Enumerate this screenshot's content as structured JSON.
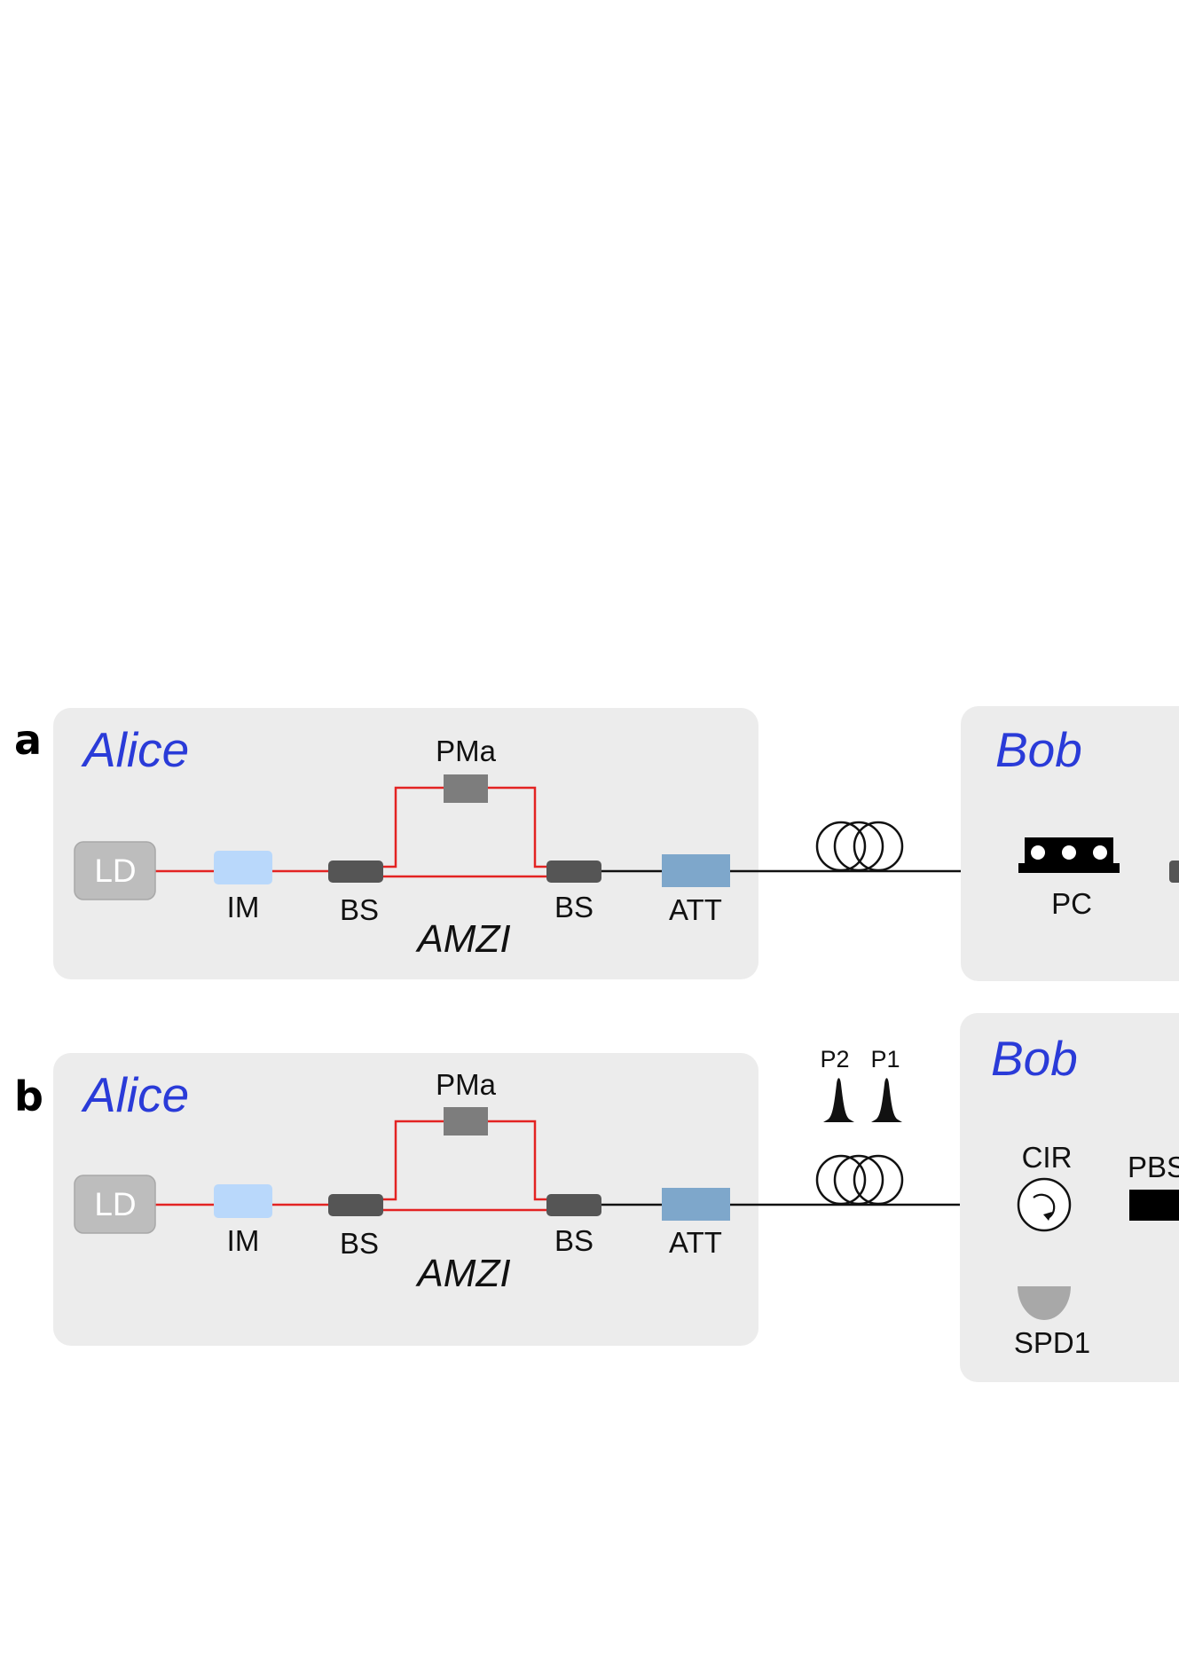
{
  "colors": {
    "panel_bg": "#ececec",
    "party_label": "#2a3bd8",
    "fiber_red": "#e32322",
    "fiber_black": "#111111",
    "laser": "#bdbdbd",
    "intensity_modulator": "#b9d8fb",
    "beam_splitter": "#555555",
    "phase_modulator": "#7d7d7d",
    "attenuator": "#7ea7cb",
    "detector": "#a8a8a8"
  },
  "panels": [
    {
      "letter": "a",
      "alice": {
        "title": "Alice",
        "laser": "LD",
        "modulator": "IM",
        "splitter_in": "BS",
        "phase_mod": "PMa",
        "splitter_out": "BS",
        "interferometer": "AMZI",
        "attenuator": "ATT"
      },
      "bob": {
        "title": "Bob",
        "polarization_controller": "PC"
      }
    },
    {
      "letter": "b",
      "alice": {
        "title": "Alice",
        "laser": "LD",
        "modulator": "IM",
        "splitter_in": "BS",
        "phase_mod": "PMa",
        "splitter_out": "BS",
        "interferometer": "AMZI",
        "attenuator": "ATT"
      },
      "bob": {
        "title": "Bob",
        "circulator": "CIR",
        "detector": "SPD1",
        "polarizing_splitter": "PBS"
      },
      "pulses": [
        "P2",
        "P1"
      ]
    }
  ]
}
